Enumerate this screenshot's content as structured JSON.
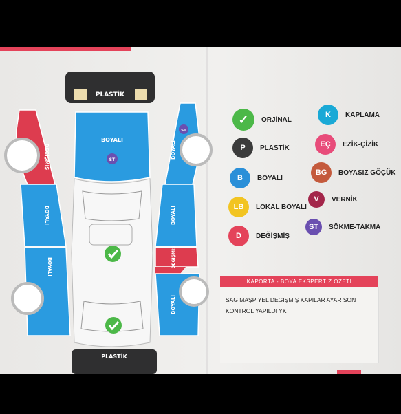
{
  "diagram": {
    "top_bumper": "PLASTİK",
    "bottom_bumper": "PLASTİK",
    "hood_label": "BOYALI",
    "hood_badge": "ST",
    "left_fender": "DEĞİŞMİŞ",
    "left_front_door": "BOYALI",
    "left_rear_door": "BOYALI",
    "right_fender": "BOYALI",
    "right_fender_badge": "ST",
    "right_front_door": "BOYALI",
    "right_rear_door_changed": "DEĞİŞMİŞ",
    "right_rear_door": "BOYALI"
  },
  "legend": [
    {
      "code": "✓",
      "label": "ORJİNAL",
      "color": "#4cb848"
    },
    {
      "code": "K",
      "label": "KAPLAMA",
      "color": "#1aa9d6"
    },
    {
      "code": "P",
      "label": "PLASTİK",
      "color": "#3b3b3b"
    },
    {
      "code": "EÇ",
      "label": "EZİK-ÇİZİK",
      "color": "#e84c7a"
    },
    {
      "code": "B",
      "label": "BOYALI",
      "color": "#2a8fd8"
    },
    {
      "code": "BG",
      "label": "BOYASIZ GÖÇÜK",
      "color": "#c45a3c"
    },
    {
      "code": "LB",
      "label": "LOKAL BOYALI",
      "color": "#f2c421"
    },
    {
      "code": "V",
      "label": "VERNİK",
      "color": "#a3264a"
    },
    {
      "code": "D",
      "label": "DEĞİŞMİŞ",
      "color": "#e4435a"
    },
    {
      "code": "ST",
      "label": "SÖKME-TAKMA",
      "color": "#6a4fb0"
    }
  ],
  "summary": {
    "title": "KAPORTA - BOYA EKSPERTİZ ÖZETİ",
    "text": "SAG MAŞPİYEL DEGIŞMİŞ KAPILAR AYAR SON KONTROL YAPILDI YK"
  },
  "colors": {
    "painted": "#2a9be0",
    "changed": "#dd3c4f",
    "original": "#4cb848",
    "plastic": "#333333"
  }
}
